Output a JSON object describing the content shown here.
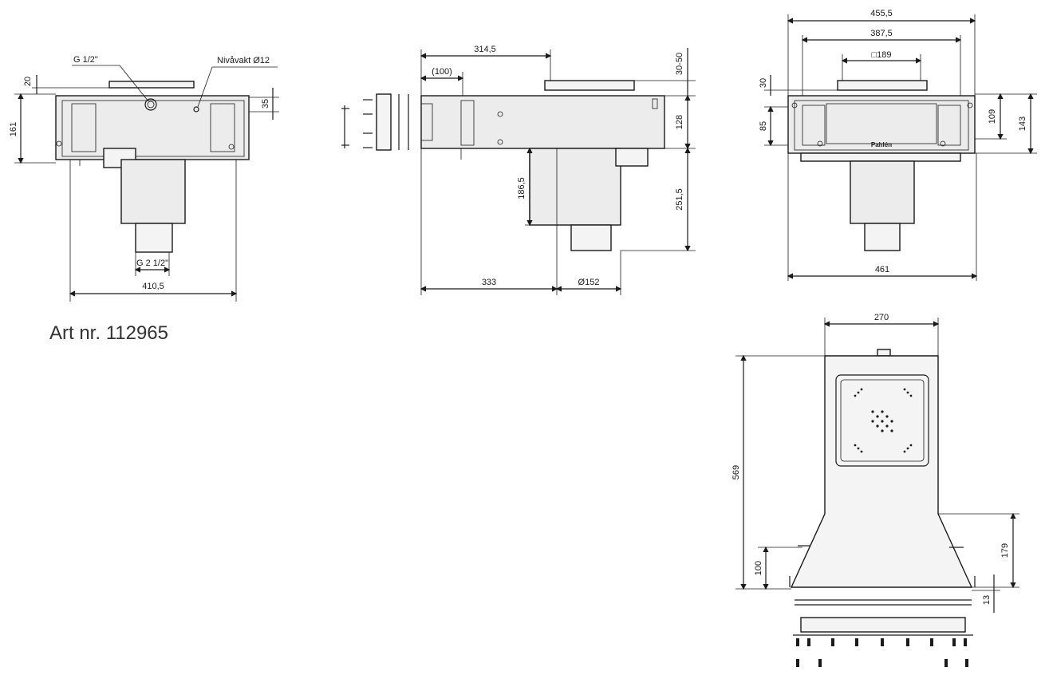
{
  "article_label": "Art nr. 112965",
  "front_view": {
    "dims": {
      "d20": "20",
      "d161": "161",
      "d35": "35",
      "d410_5": "410,5",
      "g_half": "G 1/2\"",
      "g_2half": "G 2 1/2\"",
      "nivavakt": "Nivåvakt Ø12"
    }
  },
  "side_view": {
    "dims": {
      "d314_5": "314,5",
      "d100": "(100)",
      "d30_50": "30-50",
      "d128": "128",
      "d186_5": "186,5",
      "d251_5": "251,5",
      "d333": "333",
      "d152": "Ø152"
    }
  },
  "rear_view": {
    "dims": {
      "d455_5": "455,5",
      "d387_5": "387,5",
      "d189": "□189",
      "d30": "30",
      "d85": "85",
      "d109": "109",
      "d143": "143",
      "d461": "461",
      "brand": "Pahlén"
    }
  },
  "top_view": {
    "dims": {
      "d270": "270",
      "d569": "569",
      "d179": "179",
      "d100": "100",
      "d13": "13"
    }
  }
}
